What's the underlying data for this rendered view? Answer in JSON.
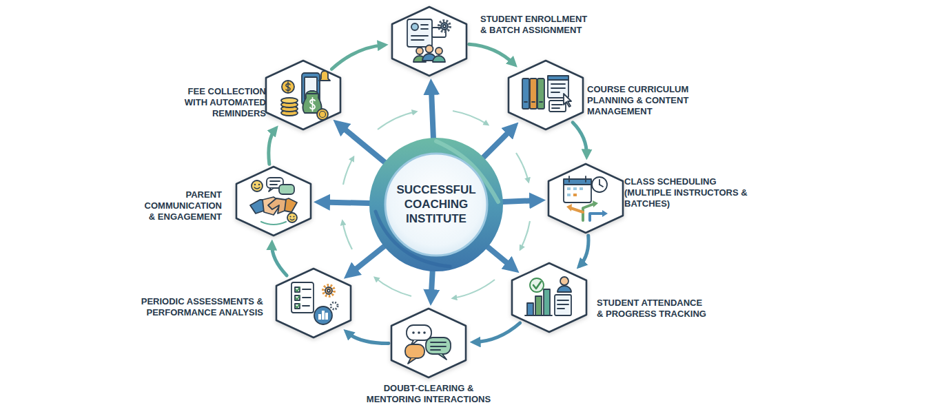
{
  "diagram": {
    "nodes": [
      {
        "text": [
          "STUDENT ENROLLMENT & BATCH ASSIGNMENT"
        ]
      },
      {
        "text": [
          "COURSE CURRICULUM PLANNING & CONTENT MANAGEMENT"
        ]
      },
      {
        "text": [
          "CLASS SCHEDULING (MULTIPLE INSTRUCTORS & BATCHES)"
        ]
      },
      {
        "text": [
          "STUDENT ATTENDANCE & PROGRESS TRACKING"
        ]
      },
      {
        "text": [
          "DOUBT-CLEARING & MENTORING INTERACTIONS"
        ]
      },
      {
        "text": [
          "PERIODIC ASSESSMENTS & PERFORMANCE ANALYSIS"
        ]
      },
      {
        "text": [
          "PARENT COMMUNICATION & ENGAGEMENT"
        ]
      },
      {
        "text": [
          "FEE COLLECTION WITH AUTOMATED REMINDERS"
        ]
      },
      {
        "text": [
          "SUCCESSFUL COACHING INSTITUTE"
        ]
      }
    ],
    "edges": [
      {
        "from": 0,
        "to": 1,
        "arrow": "to"
      },
      {
        "from": 1,
        "to": 2,
        "arrow": "to"
      },
      {
        "from": 2,
        "to": 3,
        "arrow": "to"
      },
      {
        "from": 3,
        "to": 4,
        "arrow": "to"
      },
      {
        "from": 4,
        "to": 5,
        "arrow": "to"
      },
      {
        "from": 5,
        "to": 6,
        "arrow": "to"
      },
      {
        "from": 6,
        "to": 7,
        "arrow": "to"
      },
      {
        "from": 7,
        "to": 0,
        "arrow": "to"
      },
      {
        "from": 8,
        "to": 0,
        "arrow": "to"
      },
      {
        "from": 8,
        "to": 1,
        "arrow": "to"
      },
      {
        "from": 8,
        "to": 2,
        "arrow": "to"
      },
      {
        "from": 8,
        "to": 3,
        "arrow": "to"
      },
      {
        "from": 8,
        "to": 4,
        "arrow": "to"
      },
      {
        "from": 8,
        "to": 5,
        "arrow": "to"
      },
      {
        "from": 8,
        "to": 6,
        "arrow": "to"
      },
      {
        "from": 8,
        "to": 7,
        "arrow": "to"
      }
    ]
  }
}
